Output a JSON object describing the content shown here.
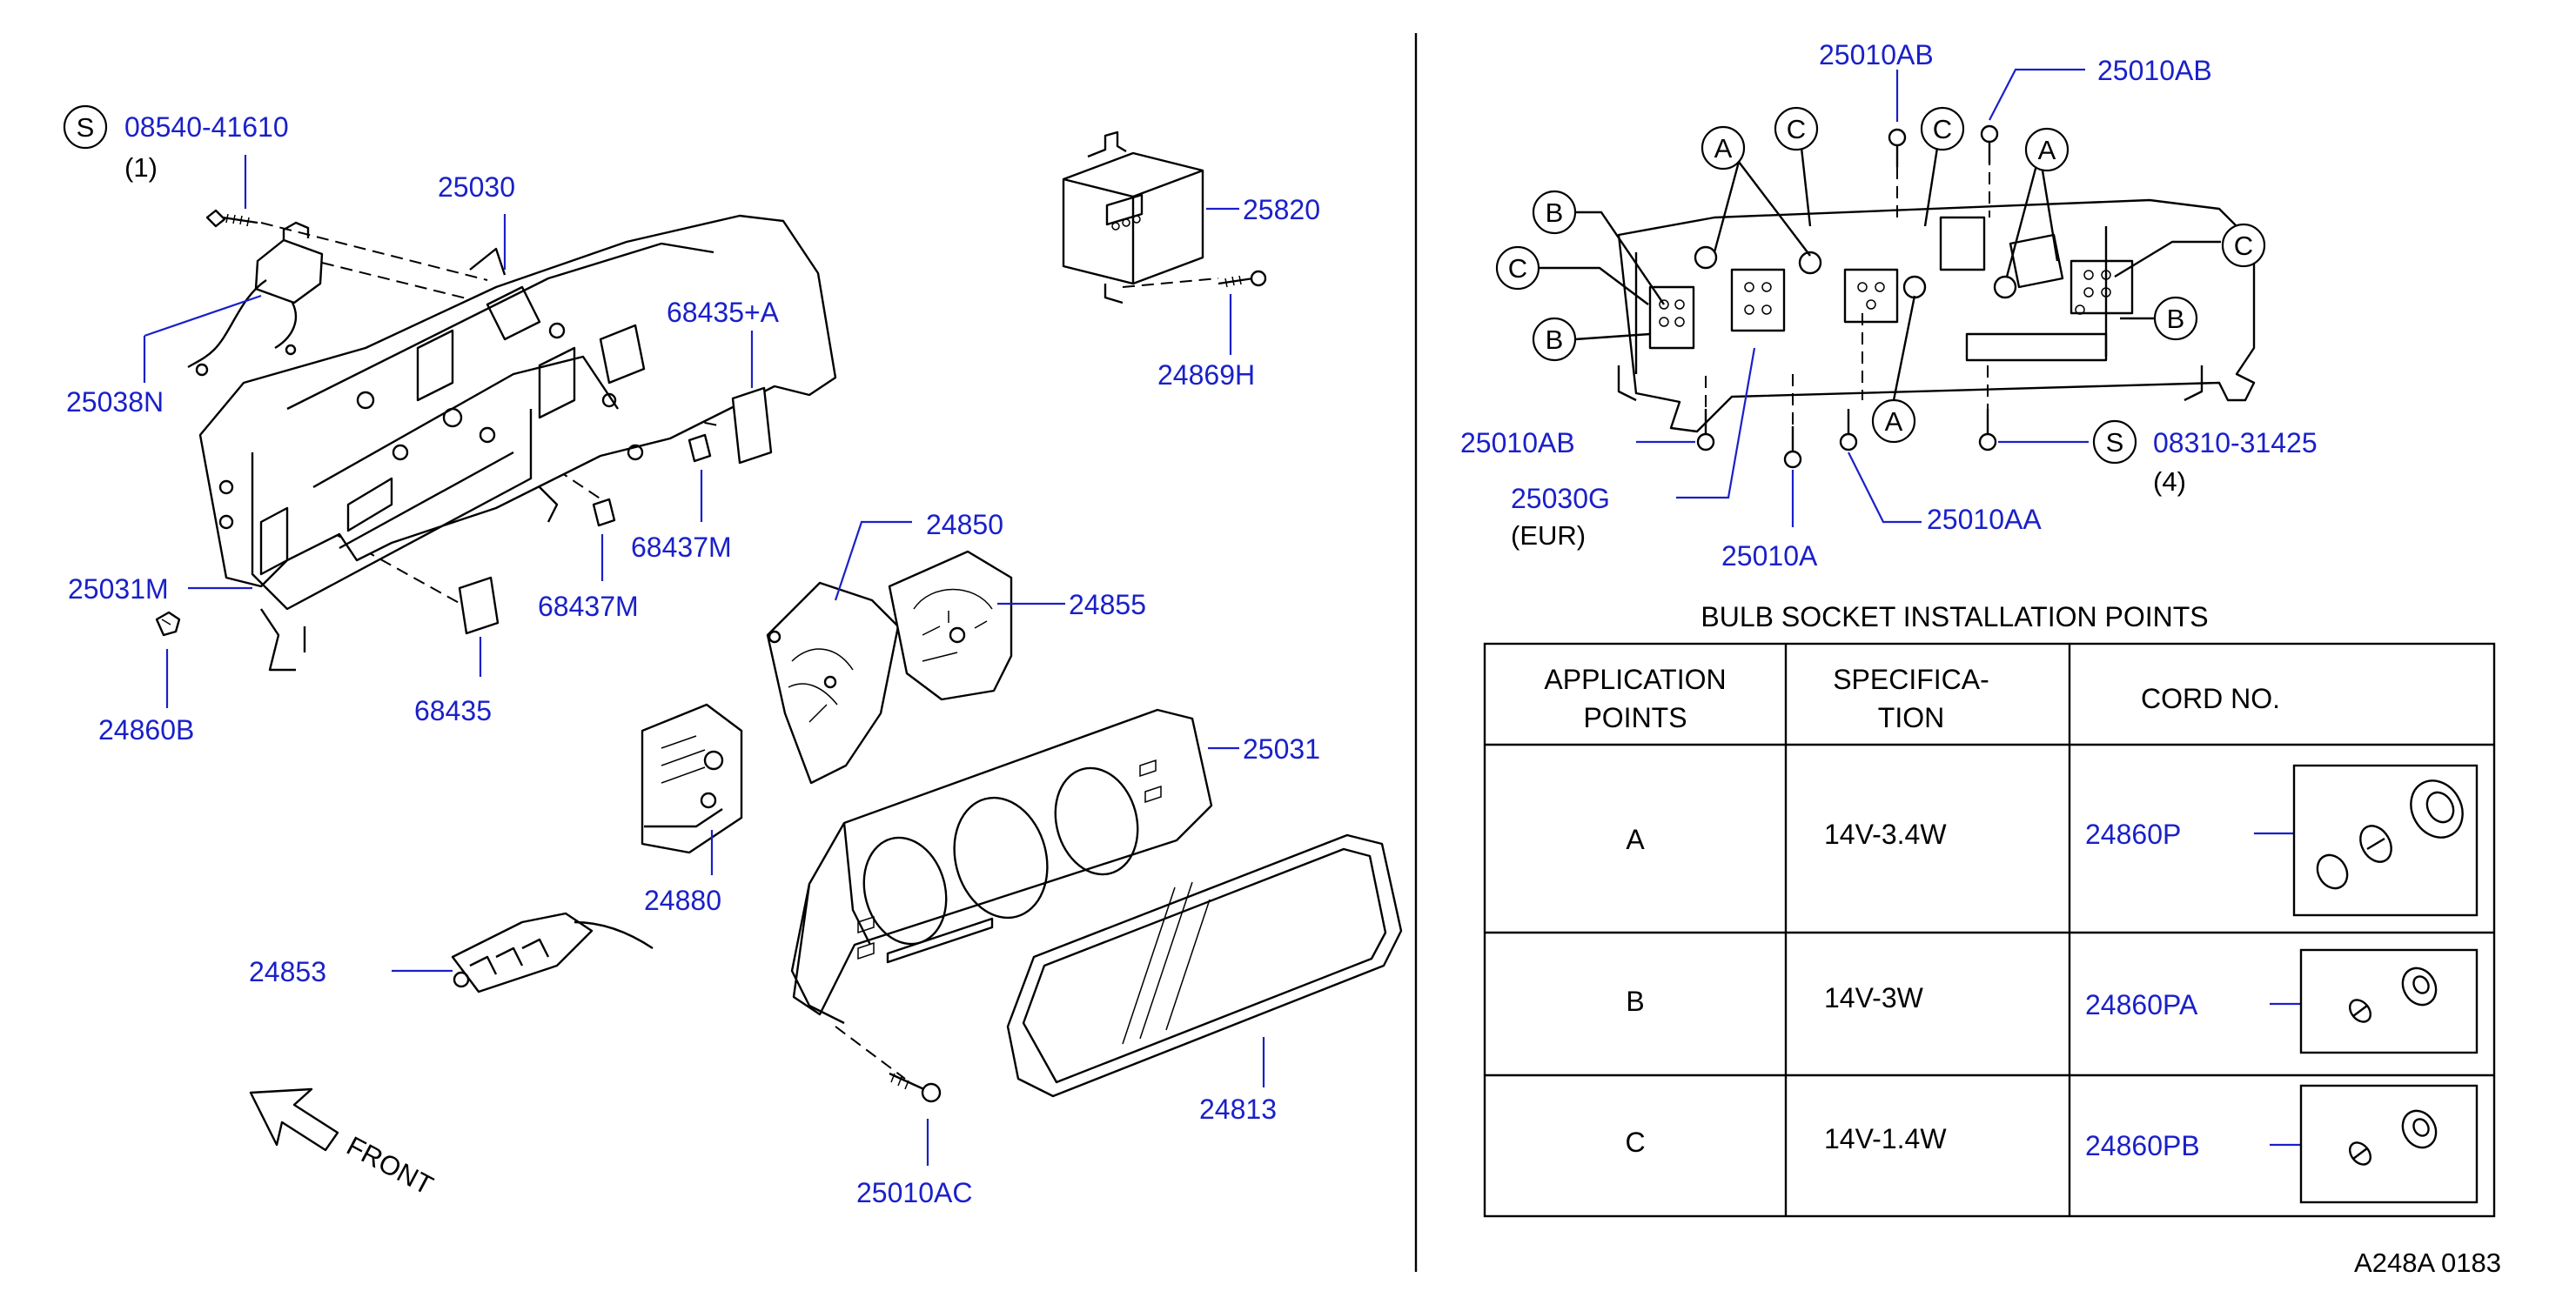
{
  "colors": {
    "part_number": "#1a20c8",
    "line": "#000000",
    "background": "#ffffff"
  },
  "left": {
    "screw_note": {
      "symbol": "S",
      "part": "08540-41610",
      "qty": "(1)"
    },
    "labels": {
      "p25030": "25030",
      "p25038N": "25038N",
      "p68435A": "68435+A",
      "p68437M_a": "68437M",
      "p68437M_b": "68437M",
      "p25031M": "25031M",
      "p24860B": "24860B",
      "p68435": "68435",
      "p25820": "25820",
      "p24869H": "24869H",
      "p24850": "24850",
      "p24855": "24855",
      "p25031": "25031",
      "p24880": "24880",
      "p24853": "24853",
      "p24813": "24813",
      "p25010AC": "25010AC"
    },
    "front_label": "FRONT"
  },
  "right": {
    "labels": {
      "top_ab_1": "25010AB",
      "top_ab_2": "25010AB",
      "left_ab": "25010AB",
      "p25030G": "25030G",
      "eur": "(EUR)",
      "p25010A": "25010A",
      "p25010AA": "25010AA"
    },
    "screw_note": {
      "symbol": "S",
      "part": "08310-31425",
      "qty": "(4)"
    },
    "callouts": {
      "a1": "A",
      "a2": "A",
      "a3": "A",
      "b1": "B",
      "b2": "B",
      "b3": "B",
      "c1": "C",
      "c2": "C",
      "c3": "C",
      "c4": "C"
    }
  },
  "table": {
    "title": "BULB  SOCKET  INSTALLATION  POINTS",
    "headers": {
      "points_top": "APPLICATION",
      "points_bottom": "POINTS",
      "spec_top": "SPECIFICA-",
      "spec_bottom": "TION",
      "cord": "CORD  NO."
    },
    "rows": [
      {
        "point": "A",
        "spec": "14V-3.4W",
        "cord": "24860P"
      },
      {
        "point": "B",
        "spec": "14V-3W",
        "cord": "24860PA"
      },
      {
        "point": "C",
        "spec": "14V-1.4W",
        "cord": "24860PB"
      }
    ]
  },
  "footer_code": "A248A  0183"
}
